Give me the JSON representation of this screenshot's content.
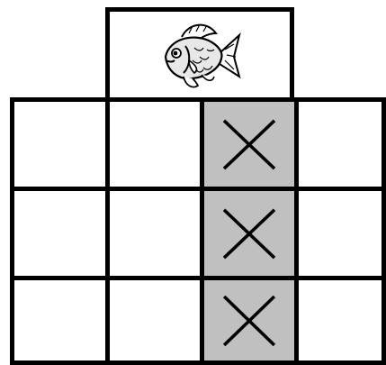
{
  "header": {
    "icon": "fish-icon"
  },
  "grid": {
    "rows": 3,
    "cols": 4,
    "marked_column": 3,
    "marked_color": "#c0c0c0",
    "mark_symbol": "x-mark-icon",
    "cells": [
      [
        {
          "marked": false
        },
        {
          "marked": false
        },
        {
          "marked": true
        },
        {
          "marked": false
        }
      ],
      [
        {
          "marked": false
        },
        {
          "marked": false
        },
        {
          "marked": true
        },
        {
          "marked": false
        }
      ],
      [
        {
          "marked": false
        },
        {
          "marked": false
        },
        {
          "marked": true
        },
        {
          "marked": false
        }
      ]
    ]
  }
}
